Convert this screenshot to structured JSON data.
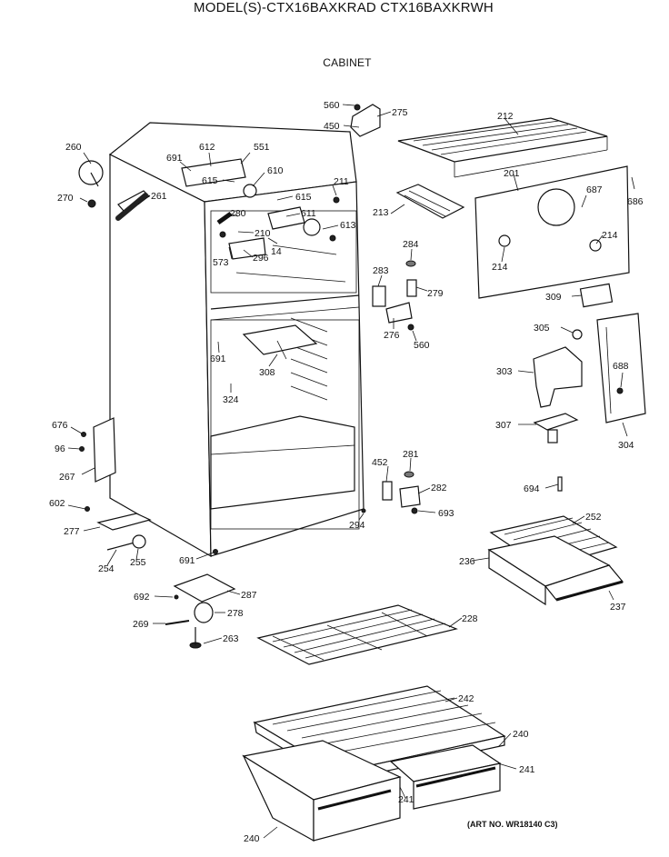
{
  "title": "MODEL(S)-CTX16BAXKRAD  CTX16BAXKRWH",
  "subtitle": "CABINET",
  "art_number": "(ART NO. WR18140 C3)",
  "callouts": [
    {
      "id": "c-560a",
      "text": "560"
    },
    {
      "id": "c-275",
      "text": "275"
    },
    {
      "id": "c-450",
      "text": "450"
    },
    {
      "id": "c-212",
      "text": "212"
    },
    {
      "id": "c-260",
      "text": "260"
    },
    {
      "id": "c-691a",
      "text": "691"
    },
    {
      "id": "c-612",
      "text": "612"
    },
    {
      "id": "c-551",
      "text": "551"
    },
    {
      "id": "c-610",
      "text": "610"
    },
    {
      "id": "c-615a",
      "text": "615"
    },
    {
      "id": "c-211",
      "text": "211"
    },
    {
      "id": "c-201",
      "text": "201"
    },
    {
      "id": "c-686",
      "text": "686"
    },
    {
      "id": "c-687",
      "text": "687"
    },
    {
      "id": "c-270",
      "text": "270"
    },
    {
      "id": "c-261",
      "text": "261"
    },
    {
      "id": "c-615b",
      "text": "615"
    },
    {
      "id": "c-611",
      "text": "611"
    },
    {
      "id": "c-280",
      "text": "280"
    },
    {
      "id": "c-613",
      "text": "613"
    },
    {
      "id": "c-213",
      "text": "213"
    },
    {
      "id": "c-210",
      "text": "210"
    },
    {
      "id": "c-14",
      "text": "14"
    },
    {
      "id": "c-296",
      "text": "296"
    },
    {
      "id": "c-573",
      "text": "573"
    },
    {
      "id": "c-284",
      "text": "284"
    },
    {
      "id": "c-214a",
      "text": "214"
    },
    {
      "id": "c-214b",
      "text": "214"
    },
    {
      "id": "c-283",
      "text": "283"
    },
    {
      "id": "c-279",
      "text": "279"
    },
    {
      "id": "c-309",
      "text": "309"
    },
    {
      "id": "c-276",
      "text": "276"
    },
    {
      "id": "c-560b",
      "text": "560"
    },
    {
      "id": "c-305",
      "text": "305"
    },
    {
      "id": "c-691b",
      "text": "691"
    },
    {
      "id": "c-308",
      "text": "308"
    },
    {
      "id": "c-303",
      "text": "303"
    },
    {
      "id": "c-688",
      "text": "688"
    },
    {
      "id": "c-324",
      "text": "324"
    },
    {
      "id": "c-307",
      "text": "307"
    },
    {
      "id": "c-304",
      "text": "304"
    },
    {
      "id": "c-676",
      "text": "676"
    },
    {
      "id": "c-96",
      "text": "96"
    },
    {
      "id": "c-267",
      "text": "267"
    },
    {
      "id": "c-281",
      "text": "281"
    },
    {
      "id": "c-452",
      "text": "452"
    },
    {
      "id": "c-282",
      "text": "282"
    },
    {
      "id": "c-694",
      "text": "694"
    },
    {
      "id": "c-602",
      "text": "602"
    },
    {
      "id": "c-693",
      "text": "693"
    },
    {
      "id": "c-294",
      "text": "294"
    },
    {
      "id": "c-252",
      "text": "252"
    },
    {
      "id": "c-277",
      "text": "277"
    },
    {
      "id": "c-236",
      "text": "236"
    },
    {
      "id": "c-691c",
      "text": "691"
    },
    {
      "id": "c-254",
      "text": "254"
    },
    {
      "id": "c-255",
      "text": "255"
    },
    {
      "id": "c-287",
      "text": "287"
    },
    {
      "id": "c-237",
      "text": "237"
    },
    {
      "id": "c-692",
      "text": "692"
    },
    {
      "id": "c-278",
      "text": "278"
    },
    {
      "id": "c-228",
      "text": "228"
    },
    {
      "id": "c-269",
      "text": "269"
    },
    {
      "id": "c-263",
      "text": "263"
    },
    {
      "id": "c-242",
      "text": "242"
    },
    {
      "id": "c-240a",
      "text": "240"
    },
    {
      "id": "c-241a",
      "text": "241"
    },
    {
      "id": "c-241b",
      "text": "241"
    },
    {
      "id": "c-240b",
      "text": "240"
    }
  ]
}
